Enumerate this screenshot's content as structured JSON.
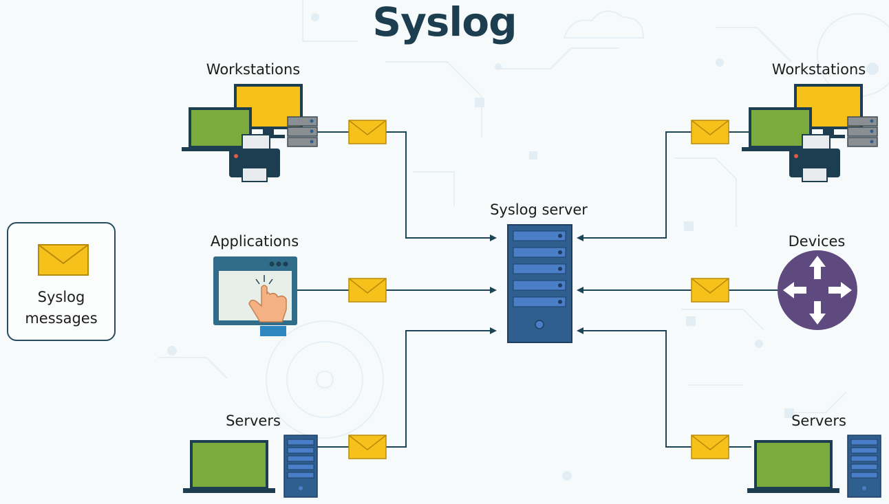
{
  "title": "Syslog",
  "legend": {
    "line1": "Syslog",
    "line2": "messages"
  },
  "labels": {
    "workstations_left": "Workstations",
    "workstations_right": "Workstations",
    "applications": "Applications",
    "syslog_server": "Syslog server",
    "devices": "Devices",
    "servers_left": "Servers",
    "servers_right": "Servers"
  },
  "icons": {
    "envelope": "envelope-icon",
    "server": "server-tower-icon",
    "monitor": "monitor-icon",
    "laptop": "laptop-icon",
    "printer": "printer-icon",
    "storage": "storage-rack-icon",
    "application": "touch-application-icon",
    "router": "router-icon"
  },
  "colors": {
    "title": "#1d3e51",
    "line": "#1d4356",
    "envelope_fill": "#f5c11a",
    "envelope_stroke": "#b88a0c",
    "server_body": "#2f5f8f",
    "server_slot": "#4a7fc8",
    "monitor_fill": "#f5c11a",
    "laptop_fill": "#7aab3c",
    "router_fill": "#5e4a7e",
    "app_window": "#2f6d8a"
  }
}
